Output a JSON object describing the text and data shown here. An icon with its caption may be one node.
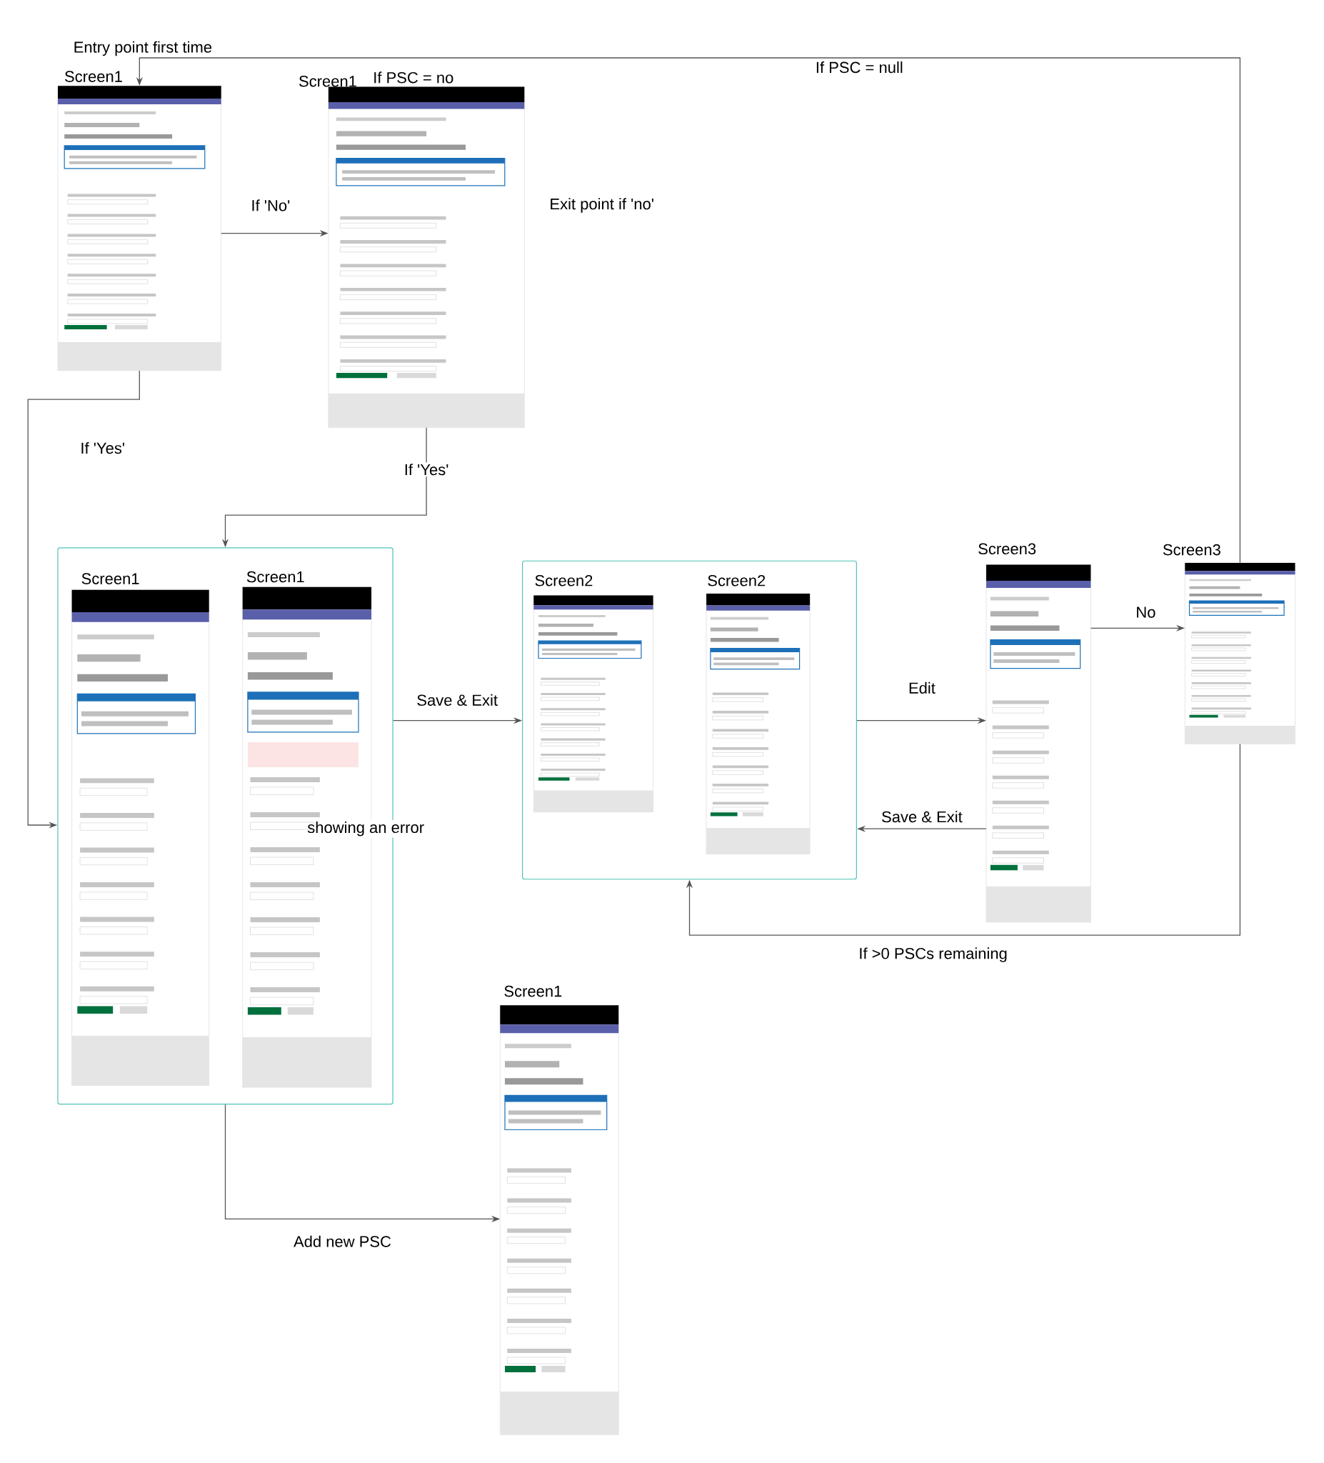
{
  "diagram": {
    "nodes": [
      {
        "text": [
          "Screen1"
        ]
      },
      {
        "text": [
          "Screen1"
        ],
        "beside": [
          "If PSC = no"
        ]
      },
      {
        "text": [],
        "shape": "box"
      },
      {
        "text": [
          "Screen1"
        ],
        "in": 2
      },
      {
        "text": [
          "Screen1",
          "showing an error"
        ],
        "in": 2
      },
      {
        "text": [],
        "shape": "box"
      },
      {
        "text": [
          "Screen2"
        ],
        "in": 5
      },
      {
        "text": [
          "Screen2"
        ],
        "in": 5
      },
      {
        "text": [
          "Screen3"
        ]
      },
      {
        "text": [
          "Screen3"
        ]
      },
      {
        "text": [
          "Screen1"
        ]
      }
    ],
    "edges": [
      {
        "from": 0,
        "to": 1,
        "arrow": "to",
        "label": "If 'No'"
      },
      {
        "from": 0,
        "to": 2,
        "arrow": "to",
        "label": "If 'Yes'"
      },
      {
        "from": 1,
        "to": 2,
        "arrow": "to",
        "label": "If 'Yes'"
      },
      {
        "from": 2,
        "to": 5,
        "arrow": "to",
        "label": "Save & Exit"
      },
      {
        "from": 5,
        "to": 8,
        "arrow": "to",
        "label": "Edit"
      },
      {
        "from": 8,
        "to": 9,
        "arrow": "to",
        "label": "No"
      },
      {
        "from": 8,
        "to": 5,
        "arrow": "to",
        "label": "Save & Exit"
      },
      {
        "from": 9,
        "to": 5,
        "arrow": "to",
        "label": "If >0 PSCs remaining"
      },
      {
        "from": 9,
        "to": 0,
        "arrow": "to",
        "label": "If PSC = null"
      },
      {
        "from": 2,
        "to": 10,
        "arrow": "to",
        "label": "Add new PSC"
      }
    ],
    "labels": [
      "Entry point first time",
      "Exit point if 'no'"
    ]
  }
}
